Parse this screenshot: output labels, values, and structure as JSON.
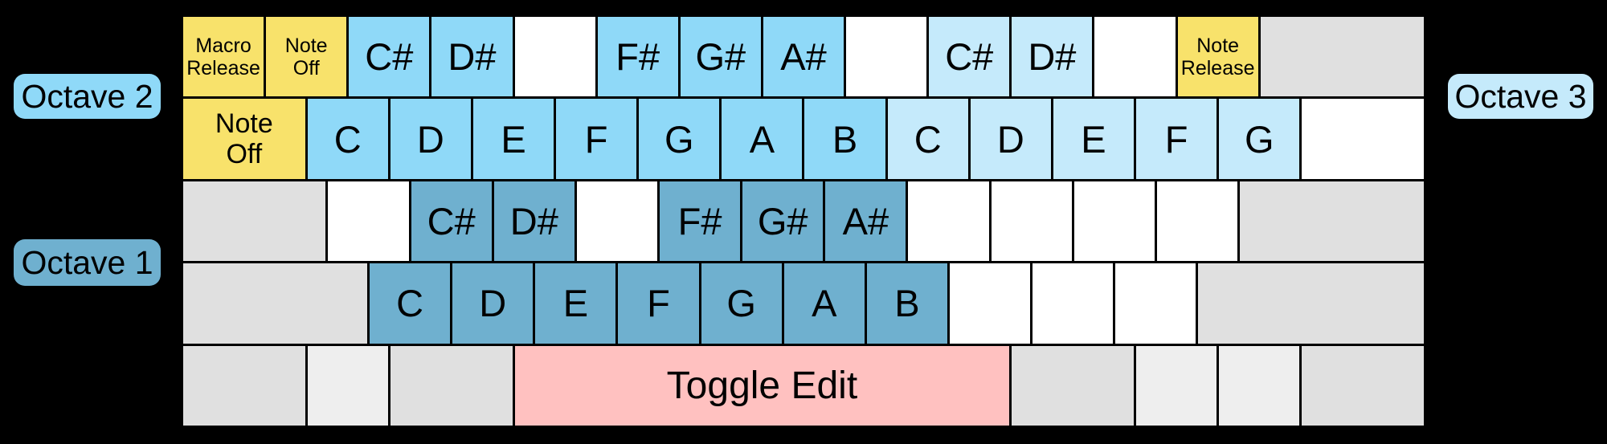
{
  "palette": {
    "background": "#000000",
    "key_border": "#000000",
    "octave1": "#6FB0CF",
    "octave2": "#8FD9F8",
    "octave3": "#C5EAFB",
    "yellow": "#F8E26B",
    "pink": "#FFC1C0",
    "gray": "#E0E0E0",
    "lightgray": "#EEEEEE",
    "white": "#FFFFFF",
    "text": "#000000"
  },
  "octave_labels": [
    {
      "key": "octave2",
      "text": "Octave 2",
      "color": "octave2",
      "side": "left"
    },
    {
      "key": "octave3",
      "text": "Octave 3",
      "color": "octave3",
      "side": "right"
    },
    {
      "key": "octave1",
      "text": "Octave 1",
      "color": "octave1",
      "side": "left"
    }
  ],
  "keyboard": {
    "rows": [
      {
        "name": "number-row",
        "keys": [
          {
            "id": "grave",
            "lines": [
              "Macro",
              "Release"
            ],
            "color": "yellow",
            "span": 4,
            "size": "small"
          },
          {
            "id": "1",
            "lines": [
              "Note",
              "Off"
            ],
            "color": "yellow",
            "span": 4,
            "size": "small"
          },
          {
            "id": "2",
            "lines": [
              "C#"
            ],
            "color": "octave2",
            "span": 4,
            "size": "note"
          },
          {
            "id": "3",
            "lines": [
              "D#"
            ],
            "color": "octave2",
            "span": 4,
            "size": "note"
          },
          {
            "id": "4",
            "lines": [],
            "color": "white",
            "span": 4,
            "size": "note"
          },
          {
            "id": "5",
            "lines": [
              "F#"
            ],
            "color": "octave2",
            "span": 4,
            "size": "note"
          },
          {
            "id": "6",
            "lines": [
              "G#"
            ],
            "color": "octave2",
            "span": 4,
            "size": "note"
          },
          {
            "id": "7",
            "lines": [
              "A#"
            ],
            "color": "octave2",
            "span": 4,
            "size": "note"
          },
          {
            "id": "8",
            "lines": [],
            "color": "white",
            "span": 4,
            "size": "note"
          },
          {
            "id": "9",
            "lines": [
              "C#"
            ],
            "color": "octave3",
            "span": 4,
            "size": "note"
          },
          {
            "id": "0",
            "lines": [
              "D#"
            ],
            "color": "octave3",
            "span": 4,
            "size": "note"
          },
          {
            "id": "minus",
            "lines": [],
            "color": "white",
            "span": 4,
            "size": "note"
          },
          {
            "id": "equals",
            "lines": [
              "Note",
              "Release"
            ],
            "color": "yellow",
            "span": 4,
            "size": "small"
          },
          {
            "id": "backspace",
            "lines": [],
            "color": "gray",
            "span": 8,
            "size": "note"
          }
        ]
      },
      {
        "name": "tab-row",
        "keys": [
          {
            "id": "tab",
            "lines": [
              "Note",
              "Off"
            ],
            "color": "yellow",
            "span": 6,
            "size": "medium"
          },
          {
            "id": "q",
            "lines": [
              "C"
            ],
            "color": "octave2",
            "span": 4,
            "size": "note"
          },
          {
            "id": "w",
            "lines": [
              "D"
            ],
            "color": "octave2",
            "span": 4,
            "size": "note"
          },
          {
            "id": "e",
            "lines": [
              "E"
            ],
            "color": "octave2",
            "span": 4,
            "size": "note"
          },
          {
            "id": "r",
            "lines": [
              "F"
            ],
            "color": "octave2",
            "span": 4,
            "size": "note"
          },
          {
            "id": "t",
            "lines": [
              "G"
            ],
            "color": "octave2",
            "span": 4,
            "size": "note"
          },
          {
            "id": "y",
            "lines": [
              "A"
            ],
            "color": "octave2",
            "span": 4,
            "size": "note"
          },
          {
            "id": "u",
            "lines": [
              "B"
            ],
            "color": "octave2",
            "span": 4,
            "size": "note"
          },
          {
            "id": "i",
            "lines": [
              "C"
            ],
            "color": "octave3",
            "span": 4,
            "size": "note"
          },
          {
            "id": "o",
            "lines": [
              "D"
            ],
            "color": "octave3",
            "span": 4,
            "size": "note"
          },
          {
            "id": "p",
            "lines": [
              "E"
            ],
            "color": "octave3",
            "span": 4,
            "size": "note"
          },
          {
            "id": "lbracket",
            "lines": [
              "F"
            ],
            "color": "octave3",
            "span": 4,
            "size": "note"
          },
          {
            "id": "rbracket",
            "lines": [
              "G"
            ],
            "color": "octave3",
            "span": 4,
            "size": "note"
          },
          {
            "id": "backslash",
            "lines": [],
            "color": "white",
            "span": 6,
            "size": "note"
          }
        ]
      },
      {
        "name": "home-row",
        "keys": [
          {
            "id": "caps",
            "lines": [],
            "color": "gray",
            "span": 7,
            "size": "note"
          },
          {
            "id": "a",
            "lines": [],
            "color": "white",
            "span": 4,
            "size": "note"
          },
          {
            "id": "s",
            "lines": [
              "C#"
            ],
            "color": "octave1",
            "span": 4,
            "size": "note"
          },
          {
            "id": "d",
            "lines": [
              "D#"
            ],
            "color": "octave1",
            "span": 4,
            "size": "note"
          },
          {
            "id": "f",
            "lines": [],
            "color": "white",
            "span": 4,
            "size": "note"
          },
          {
            "id": "g",
            "lines": [
              "F#"
            ],
            "color": "octave1",
            "span": 4,
            "size": "note"
          },
          {
            "id": "h",
            "lines": [
              "G#"
            ],
            "color": "octave1",
            "span": 4,
            "size": "note"
          },
          {
            "id": "j",
            "lines": [
              "A#"
            ],
            "color": "octave1",
            "span": 4,
            "size": "note"
          },
          {
            "id": "k",
            "lines": [],
            "color": "white",
            "span": 4,
            "size": "note"
          },
          {
            "id": "l",
            "lines": [],
            "color": "white",
            "span": 4,
            "size": "note"
          },
          {
            "id": "semicolon",
            "lines": [],
            "color": "white",
            "span": 4,
            "size": "note"
          },
          {
            "id": "quote",
            "lines": [],
            "color": "white",
            "span": 4,
            "size": "note"
          },
          {
            "id": "enter",
            "lines": [],
            "color": "gray",
            "span": 9,
            "size": "note"
          }
        ]
      },
      {
        "name": "shift-row",
        "keys": [
          {
            "id": "lshift",
            "lines": [],
            "color": "gray",
            "span": 9,
            "size": "note"
          },
          {
            "id": "z",
            "lines": [
              "C"
            ],
            "color": "octave1",
            "span": 4,
            "size": "note"
          },
          {
            "id": "x",
            "lines": [
              "D"
            ],
            "color": "octave1",
            "span": 4,
            "size": "note"
          },
          {
            "id": "c",
            "lines": [
              "E"
            ],
            "color": "octave1",
            "span": 4,
            "size": "note"
          },
          {
            "id": "v",
            "lines": [
              "F"
            ],
            "color": "octave1",
            "span": 4,
            "size": "note"
          },
          {
            "id": "b",
            "lines": [
              "G"
            ],
            "color": "octave1",
            "span": 4,
            "size": "note"
          },
          {
            "id": "n",
            "lines": [
              "A"
            ],
            "color": "octave1",
            "span": 4,
            "size": "note"
          },
          {
            "id": "m",
            "lines": [
              "B"
            ],
            "color": "octave1",
            "span": 4,
            "size": "note"
          },
          {
            "id": "comma",
            "lines": [],
            "color": "white",
            "span": 4,
            "size": "note"
          },
          {
            "id": "period",
            "lines": [],
            "color": "white",
            "span": 4,
            "size": "note"
          },
          {
            "id": "slash",
            "lines": [],
            "color": "white",
            "span": 4,
            "size": "note"
          },
          {
            "id": "rshift",
            "lines": [],
            "color": "gray",
            "span": 11,
            "size": "note"
          }
        ]
      },
      {
        "name": "bottom-row",
        "keys": [
          {
            "id": "lctrl",
            "lines": [],
            "color": "gray",
            "span": 6,
            "size": "note"
          },
          {
            "id": "lwin",
            "lines": [],
            "color": "lightgray",
            "span": 4,
            "size": "note"
          },
          {
            "id": "lalt",
            "lines": [],
            "color": "gray",
            "span": 6,
            "size": "note"
          },
          {
            "id": "space",
            "lines": [
              "Toggle Edit"
            ],
            "color": "pink",
            "span": 24,
            "size": "large"
          },
          {
            "id": "ralt",
            "lines": [],
            "color": "gray",
            "span": 6,
            "size": "note"
          },
          {
            "id": "rwin",
            "lines": [],
            "color": "lightgray",
            "span": 4,
            "size": "note"
          },
          {
            "id": "menu",
            "lines": [],
            "color": "lightgray",
            "span": 4,
            "size": "note"
          },
          {
            "id": "rctrl",
            "lines": [],
            "color": "gray",
            "span": 6,
            "size": "note"
          }
        ]
      }
    ]
  }
}
